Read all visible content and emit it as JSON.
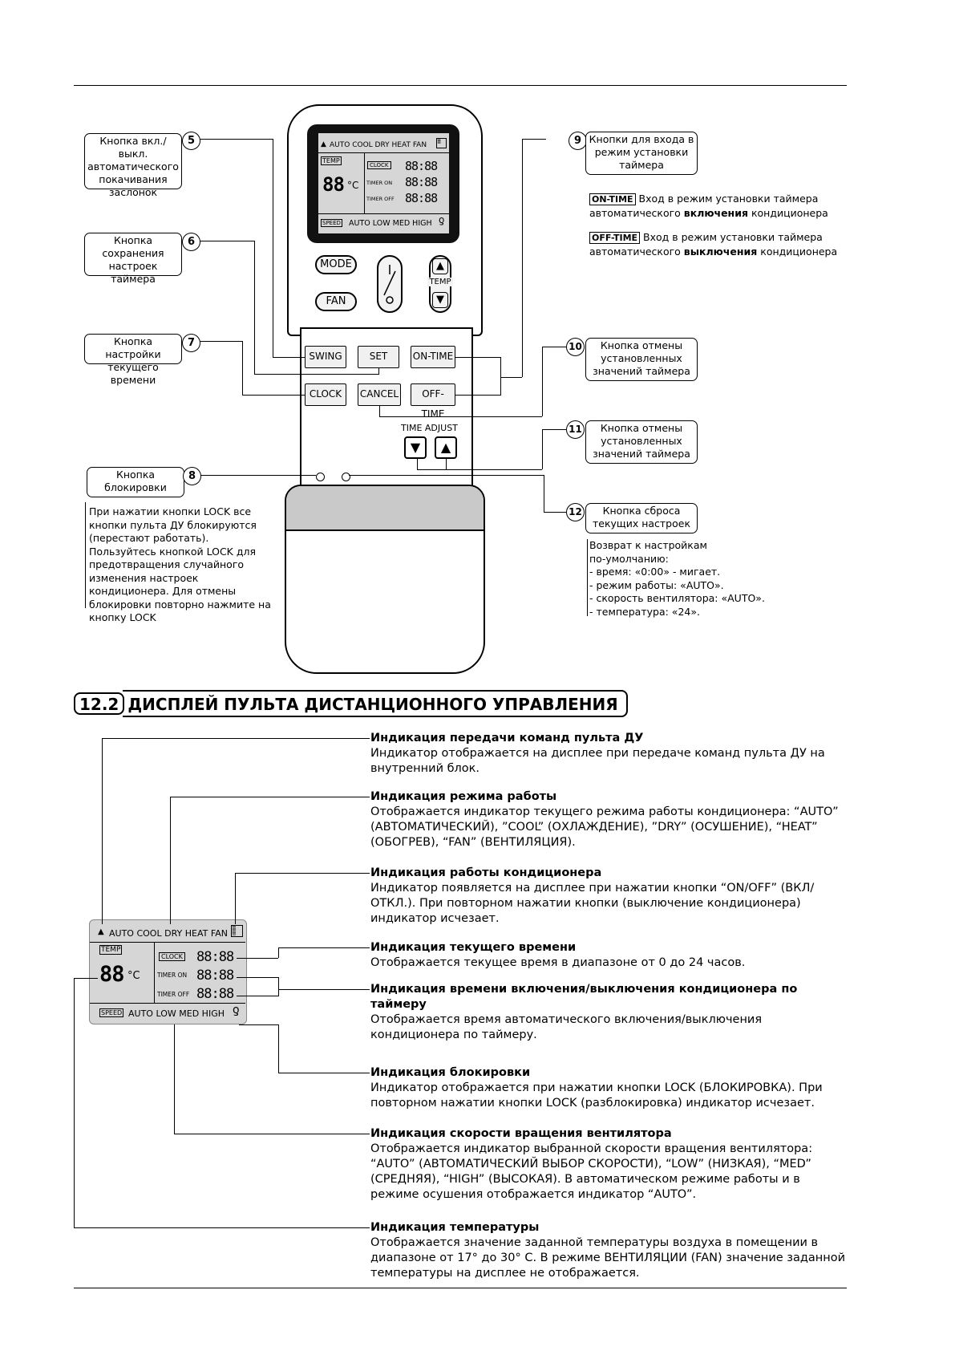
{
  "remote": {
    "display": {
      "modes": [
        "AUTO",
        "COOL",
        "DRY",
        "HEAT",
        "FAN"
      ],
      "temp_label": "TEMP",
      "temp_value": "88",
      "temp_unit": "°C",
      "clock_label": "CLOCK",
      "timer_on_label": "TIMER ON",
      "timer_off_label": "TIMER OFF",
      "time_value": "88:88",
      "speed_label": "SPEED",
      "speeds": [
        "AUTO",
        "LOW",
        "MED",
        "HIGH"
      ]
    },
    "buttons": {
      "mode": "MODE",
      "fan": "FAN",
      "temp": "TEMP",
      "swing": "SWING",
      "set": "SET",
      "on_time": "ON-TIME",
      "clock": "CLOCK",
      "cancel": "CANCEL",
      "off_time": "OFF-TIME",
      "time_adjust": "TIME ADJUST"
    }
  },
  "callouts": {
    "c5": {
      "num": "5",
      "text": "Кнопка вкл./выкл. автоматического покачивания заслонок"
    },
    "c6": {
      "num": "6",
      "text": "Кнопка сохранения настроек таймера"
    },
    "c7": {
      "num": "7",
      "text": "Кнопка настройки текущего времени"
    },
    "c8": {
      "num": "8",
      "text": "Кнопка блокировки"
    },
    "c9": {
      "num": "9",
      "text": "Кнопки для входа в режим установки таймера"
    },
    "c10": {
      "num": "10",
      "text": "Кнопка отмены установленных значений таймера"
    },
    "c11": {
      "num": "11",
      "text": "Кнопка отмены установленных значений таймера"
    },
    "c12": {
      "num": "12",
      "text": "Кнопка сброса текущих настроек"
    }
  },
  "notes": {
    "on_time_label": "ON-TIME",
    "on_time_a": "Вход в режим установки таймера",
    "on_time_b": "автоматического",
    "on_time_bold": "включения",
    "on_time_c": "кондиционера",
    "off_time_label": "OFF-TIME",
    "off_time_a": "Вход в режим установки таймера",
    "off_time_b": "автоматического",
    "off_time_bold": "выключения",
    "off_time_c": "кондиционера",
    "lock_note": "При нажатии кнопки LOCK все кнопки пульта ДУ блокируются (перестают работать). Пользуйтесь кнопкой LOCK для предотвращения случайного изменения настроек кондиционера. Для отмены блокировки повторно нажмите на кнопку LOCK",
    "reset_intro": "Возврат к настройкам по-умолчанию:",
    "reset_items": [
      "- время: «0:00» - мигает.",
      "- режим работы: «AUTO».",
      "- скорость вентилятора: «AUTO».",
      "- температура: «24»."
    ]
  },
  "section": {
    "number": "12.2",
    "title": "ДИСПЛЕЙ ПУЛЬТА ДИСТАНЦИОННОГО УПРАВЛЕНИЯ"
  },
  "descriptions": [
    {
      "title": "Индикация передачи команд пульта ДУ",
      "text": "Индикатор отображается на дисплее при передаче команд пульта ДУ на внутренний блок."
    },
    {
      "title": "Индикация режима работы",
      "text": "Отображается индикатор текущего режима работы кондиционера: “AUTO” (АВТОМАТИЧЕСКИЙ), ”COOL” (ОХЛАЖДЕНИЕ), ”DRY” (ОСУШЕНИЕ), “HEAT” (ОБОГРЕВ), “FAN” (ВЕНТИЛЯЦИЯ)."
    },
    {
      "title": "Индикация работы кондиционера",
      "text": "Индикатор появляется на дисплее при нажатии кнопки “ON/OFF” (ВКЛ/ОТКЛ.). При повторном нажатии кнопки (выключение кондиционера) индикатор исчезает."
    },
    {
      "title": "Индикация текущего времени",
      "text": "Отображается текущее время в диапазоне от 0 до 24 часов."
    },
    {
      "title": "Индикация времени включения/выключения кондиционера по таймеру",
      "text": "Отображается время автоматического включения/выключения кондиционера по таймеру."
    },
    {
      "title": "Индикация блокировки",
      "text": "Индикатор отображается при нажатии кнопки LOCK (БЛОКИРОВКА). При повторном нажатии кнопки LOCK (разблокировка) индикатор исчезает."
    },
    {
      "title": "Индикация скорости вращения вентилятора",
      "text": "Отображается индикатор выбранной скорости вращения вентилятора: “AUTO” (АВТОМАТИЧЕСКИЙ ВЫБОР СКОРОСТИ), “LOW” (НИЗКАЯ), “MED” (СРЕДНЯЯ), “HIGH” (ВЫСОКАЯ). В автоматическом режиме работы и в режиме осушения отображается индикатор “AUTO”."
    },
    {
      "title": "Индикация температуры",
      "text": "Отображается значение заданной температуры воздуха в помещении в диапазоне от 17° до 30° С. В режиме ВЕНТИЛЯЦИИ (FAN) значение заданной температуры на дисплее не отображается."
    }
  ]
}
